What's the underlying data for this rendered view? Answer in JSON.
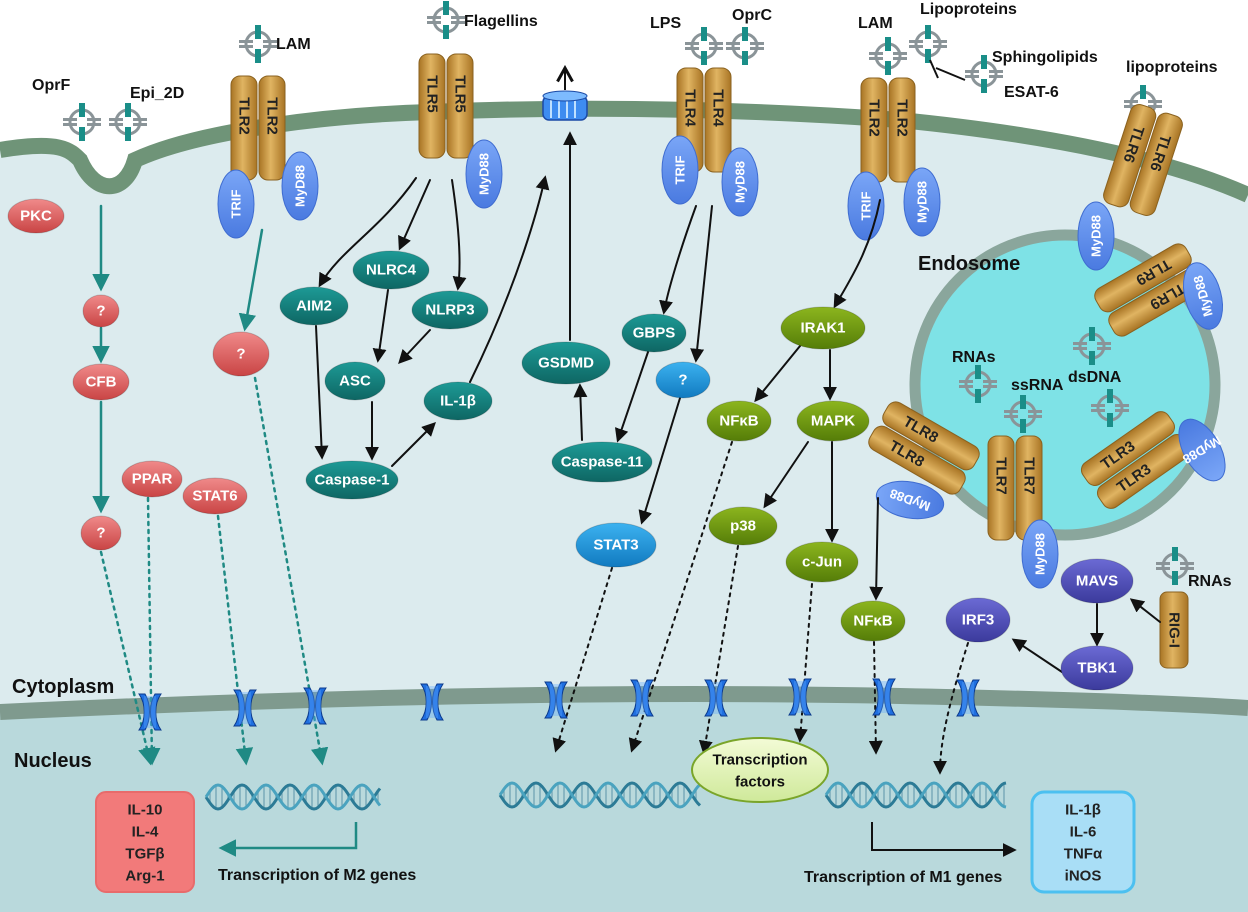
{
  "labels": {
    "cytoplasm": "Cytoplasm",
    "nucleus": "Nucleus",
    "endosome": "Endosome",
    "m2_genes": "Transcription of M2 genes",
    "m1_genes": "Transcription of M1 genes",
    "transcription_factors_1": "Transcription",
    "transcription_factors_2": "factors"
  },
  "ligands": {
    "oprf": "OprF",
    "epi2d": "Epi_2D",
    "lam1": "LAM",
    "flagellins": "Flagellins",
    "lps": "LPS",
    "oprc": "OprC",
    "lam2": "LAM",
    "lipoproteins_top": "Lipoproteins",
    "sphingolipids": "Sphingolipids",
    "esat6": "ESAT-6",
    "lipoproteins_tlr6": "lipoproteins",
    "rnas_endo": "RNAs",
    "ssrna": "ssRNA",
    "dsdna": "dsDNA",
    "rnas_rigi": "RNAs"
  },
  "receptors": {
    "tlr2": "TLR2",
    "tlr5": "TLR5",
    "tlr4": "TLR4",
    "tlr6": "TLR6",
    "tlr9": "TLR9",
    "tlr8": "TLR8",
    "tlr7": "TLR7",
    "tlr3": "TLR3",
    "rigi": "RIG-I"
  },
  "adaptors": {
    "trif": "TRIF",
    "myd88": "MyD88"
  },
  "nodes": {
    "pkc": "PKC",
    "q1": "?",
    "cfb": "CFB",
    "q2": "?",
    "ppar": "PPAR",
    "stat6": "STAT6",
    "q3": "?",
    "aim2": "AIM2",
    "nlrc4": "NLRC4",
    "nlrp3": "NLRP3",
    "asc": "ASC",
    "il1b": "IL-1β",
    "caspase1": "Caspase-1",
    "gsdmd": "GSDMD",
    "gbps": "GBPS",
    "caspase11": "Caspase-11",
    "q4": "?",
    "stat3": "STAT3",
    "irak1": "IRAK1",
    "nfkb1": "NFκB",
    "mapk": "MAPK",
    "p38": "p38",
    "cjun": "c-Jun",
    "nfkb2": "NFκB",
    "mavs": "MAVS",
    "tbk1": "TBK1",
    "irf3": "IRF3"
  },
  "outputs": {
    "m2": [
      "IL-10",
      "IL-4",
      "TGFβ",
      "Arg-1"
    ],
    "m1": [
      "IL-1β",
      "IL-6",
      "TNFα",
      "iNOS"
    ]
  },
  "colors": {
    "red_node": "#e05a5a",
    "teal_node": "#14807e",
    "blue_node": "#1a8fd6",
    "green_node": "#6e9a12",
    "purple_node": "#4c4db8",
    "receptor": "#c9973c",
    "adaptor": "#5b8df0",
    "membrane": "#6f9478",
    "cytoplasm": "#dcebee",
    "nucleus": "#b9d9dc",
    "endosome_lumen": "#7ee2e6",
    "m2_box": "#f27a7a",
    "m1_box": "#a9def6",
    "teal_arrow": "#1f8a84"
  },
  "icons": {
    "ligand": "pathogen-ligand-icon",
    "pore": "membrane-pore-icon",
    "dna": "dna-helix-icon",
    "gsdmd_pore": "gasdermin-pore-icon"
  }
}
